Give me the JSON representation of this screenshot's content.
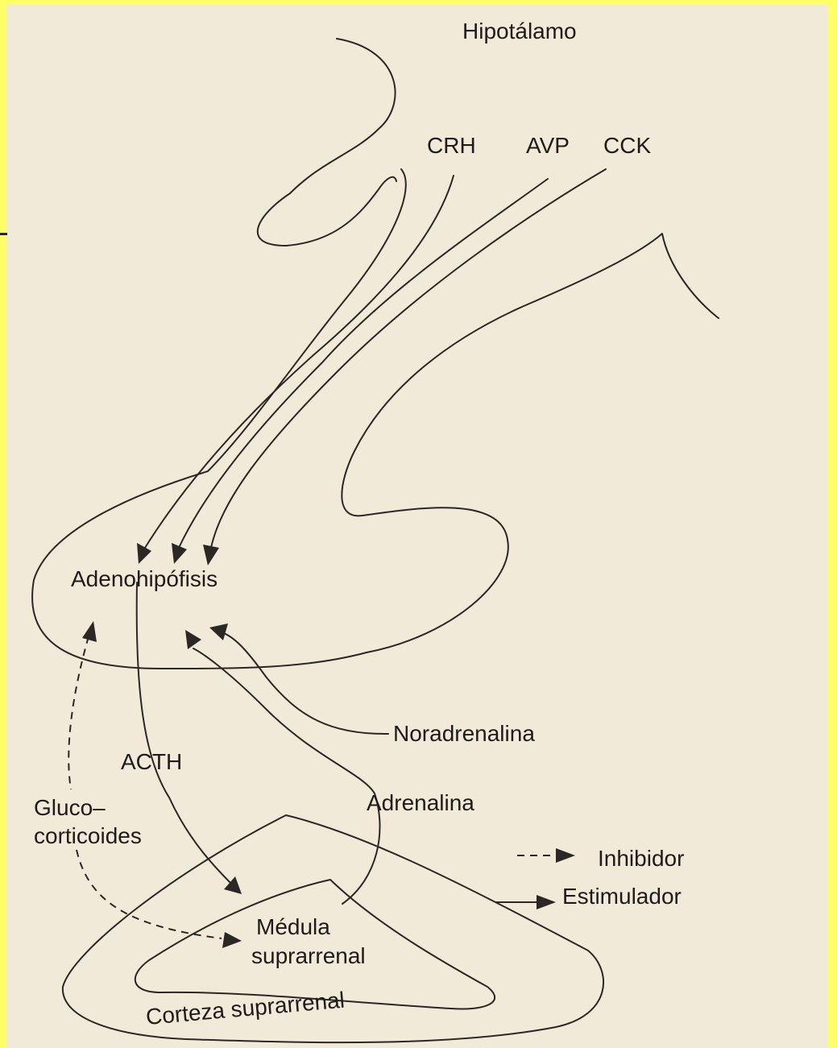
{
  "labels": {
    "hypothalamus": "Hipotálamo",
    "crh": "CRH",
    "avp": "AVP",
    "cck": "CCK",
    "adenohypophysis": "Adenohipófisis",
    "noradrenaline": "Noradrenalina",
    "acth": "ACTH",
    "adrenaline": "Adrenalina",
    "glucocorticoids_line1": "Gluco–",
    "glucocorticoids_line2": "corticoides",
    "medulla_line1": "Médula",
    "medulla_line2": "suprarrenal",
    "cortex": "Corteza suprarrenal"
  },
  "legend": {
    "inhibitor": "Inhibidor",
    "stimulator": "Estimulador"
  },
  "colors": {
    "frame": "#ffff66",
    "paper": "#f1ead8",
    "ink": "#2a2724",
    "rule": "#1a1a80"
  }
}
